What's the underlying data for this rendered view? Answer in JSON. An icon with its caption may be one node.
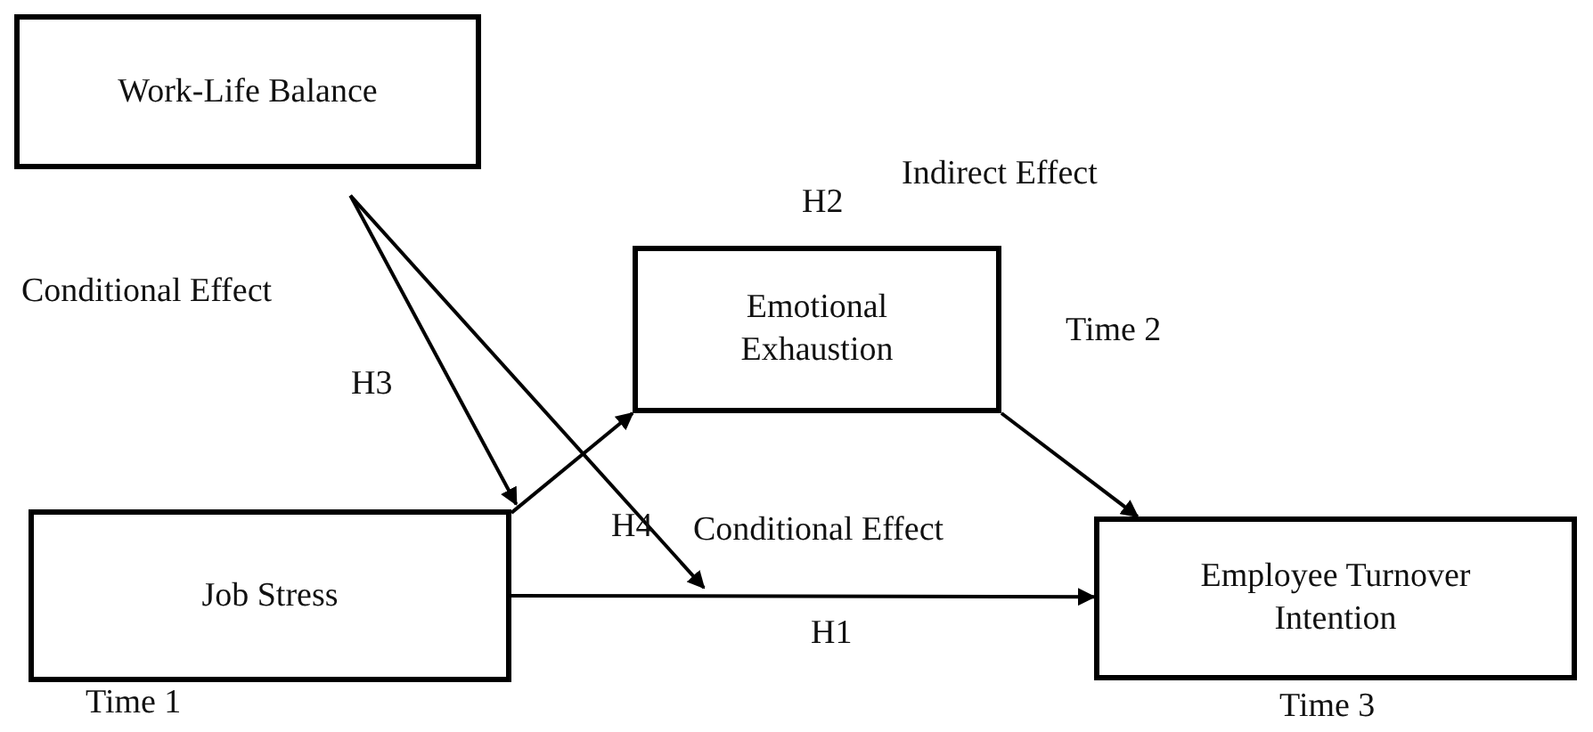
{
  "diagram": {
    "nodes": [
      {
        "text": [
          "Work-Life Balance"
        ]
      },
      {
        "text": [
          "Emotional Exhaustion"
        ],
        "beside": [
          "Time 2"
        ]
      },
      {
        "text": [
          "Job Stress"
        ],
        "beside": [
          "Time 1"
        ]
      },
      {
        "text": [
          "Employee Turnover Intention"
        ],
        "beside": [
          "Time 3"
        ]
      }
    ],
    "edges": [
      {
        "from": 2,
        "to": 1,
        "arrow": "to"
      },
      {
        "from": 1,
        "to": 3,
        "arrow": "to"
      },
      {
        "from": 2,
        "to": 3,
        "arrow": "to"
      },
      {
        "from": 0,
        "to": 2,
        "arrow": "to"
      },
      {
        "from": 0,
        "to": null,
        "arrow": "to"
      }
    ],
    "labels": [
      "Indirect Effect",
      "H2",
      "Conditional Effect",
      "H3",
      "H4",
      "Conditional Effect",
      "H1"
    ]
  }
}
